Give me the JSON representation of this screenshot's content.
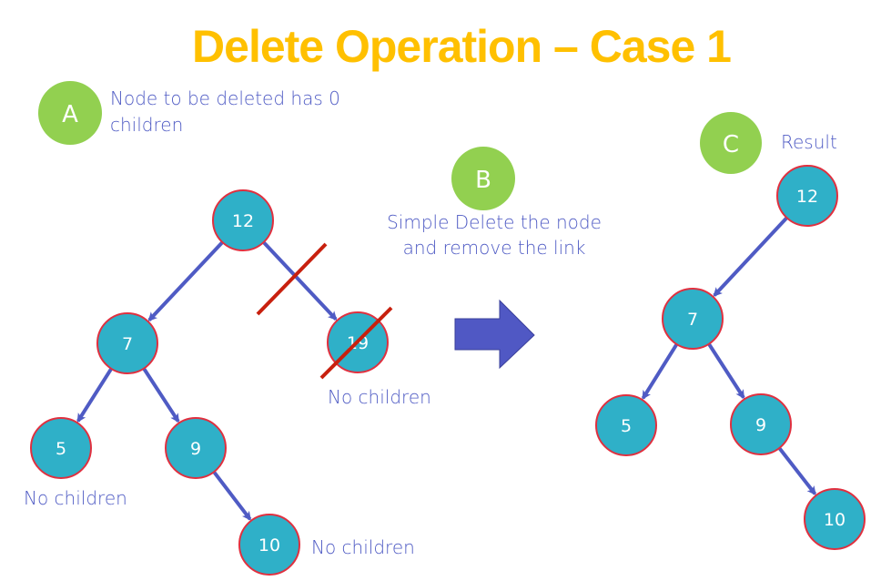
{
  "title": "Delete Operation – Case 1",
  "colors": {
    "title": "#FFC000",
    "badge": "#92D050",
    "node_fill": "#2FB0C8",
    "node_stroke": "#E0303F",
    "edge": "#4F5BC4",
    "cross": "#C8200E",
    "text": "#4F5BC4",
    "big_arrow": "#5058C4"
  },
  "steps": [
    {
      "id": "A",
      "badge": "A",
      "text_lines": [
        "Node to be deleted has 0",
        "children"
      ]
    },
    {
      "id": "B",
      "badge": "B",
      "text_lines": [
        "Simple Delete the node",
        "and remove the link"
      ]
    },
    {
      "id": "C",
      "badge": "C",
      "text_lines": [
        "Result"
      ]
    }
  ],
  "before_tree": {
    "nodes": [
      {
        "id": "b12",
        "value": "12"
      },
      {
        "id": "b7",
        "value": "7"
      },
      {
        "id": "b19",
        "value": "19",
        "deleted": true
      },
      {
        "id": "b5",
        "value": "5"
      },
      {
        "id": "b9",
        "value": "9"
      },
      {
        "id": "b10",
        "value": "10"
      }
    ],
    "edges": [
      {
        "from": "b12",
        "to": "b7"
      },
      {
        "from": "b12",
        "to": "b19",
        "deleted": true
      },
      {
        "from": "b7",
        "to": "b5"
      },
      {
        "from": "b7",
        "to": "b9"
      },
      {
        "from": "b9",
        "to": "b10"
      }
    ],
    "annotations": [
      {
        "node": "b19",
        "text": "No children"
      },
      {
        "node": "b5",
        "text": "No children"
      },
      {
        "node": "b10",
        "text": "No children"
      }
    ]
  },
  "after_tree": {
    "nodes": [
      {
        "id": "a12",
        "value": "12"
      },
      {
        "id": "a7",
        "value": "7"
      },
      {
        "id": "a5",
        "value": "5"
      },
      {
        "id": "a9",
        "value": "9"
      },
      {
        "id": "a10",
        "value": "10"
      }
    ],
    "edges": [
      {
        "from": "a12",
        "to": "a7"
      },
      {
        "from": "a7",
        "to": "a5"
      },
      {
        "from": "a7",
        "to": "a9"
      },
      {
        "from": "a9",
        "to": "a10"
      }
    ]
  }
}
